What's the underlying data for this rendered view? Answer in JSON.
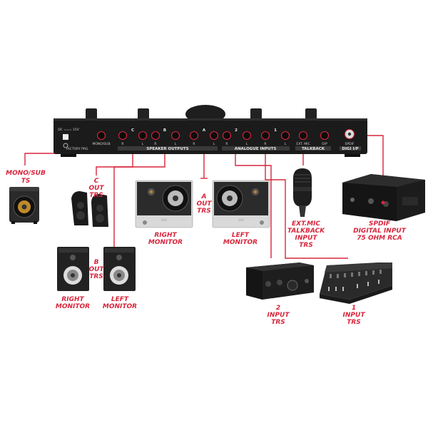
{
  "colors": {
    "cable": "#d8263c",
    "label": "#d8263c",
    "panel": "#1b1b1b",
    "panel_text": "#e8e8e8"
  },
  "unit": {
    "power_label": "DC === 15V",
    "factory_label": "FACTORY PRG",
    "sections": {
      "speaker_outputs": "SPEAKER OUTPUTS",
      "analogue_inputs": "ANALOGUE INPUTS",
      "talkback": "TALKBACK",
      "spdif_in": "DIGI I/P",
      "spdif": "SPDIF"
    },
    "channel_letters": {
      "c": "C",
      "b": "B",
      "a": "A",
      "in2": "2",
      "in1": "1"
    },
    "jack_labels": {
      "monosub": "MONO/SUB",
      "r": "R",
      "l": "L",
      "ext_mic": "EXT. MIC",
      "op": "O/P"
    }
  },
  "labels": {
    "monosub": [
      "MONO/SUB",
      "TS"
    ],
    "c_out": [
      "C",
      "OUT",
      "TRS"
    ],
    "a_out": [
      "A",
      "OUT",
      "TRS"
    ],
    "b_out": [
      "B",
      "OUT",
      "TRS"
    ],
    "right_monitor_a": [
      "RIGHT",
      "MONITOR"
    ],
    "left_monitor_a": [
      "LEFT",
      "MONITOR"
    ],
    "right_monitor_b": [
      "RIGHT",
      "MONITOR"
    ],
    "left_monitor_b": [
      "LEFT",
      "MONITOR"
    ],
    "talkback": [
      "EXT.MIC",
      "TALKBACK",
      "INPUT",
      "TRS"
    ],
    "spdif": [
      "SPDIF",
      "DIGITAL INPUT",
      "75 OHM RCA"
    ],
    "input2": [
      "2",
      "INPUT",
      "TRS"
    ],
    "input1": [
      "1",
      "INPUT",
      "TRS"
    ]
  },
  "icons": [
    "speaker-icon",
    "studio-monitor-icon",
    "microphone-icon",
    "audio-interface-icon",
    "mixing-console-icon",
    "dac-icon"
  ]
}
